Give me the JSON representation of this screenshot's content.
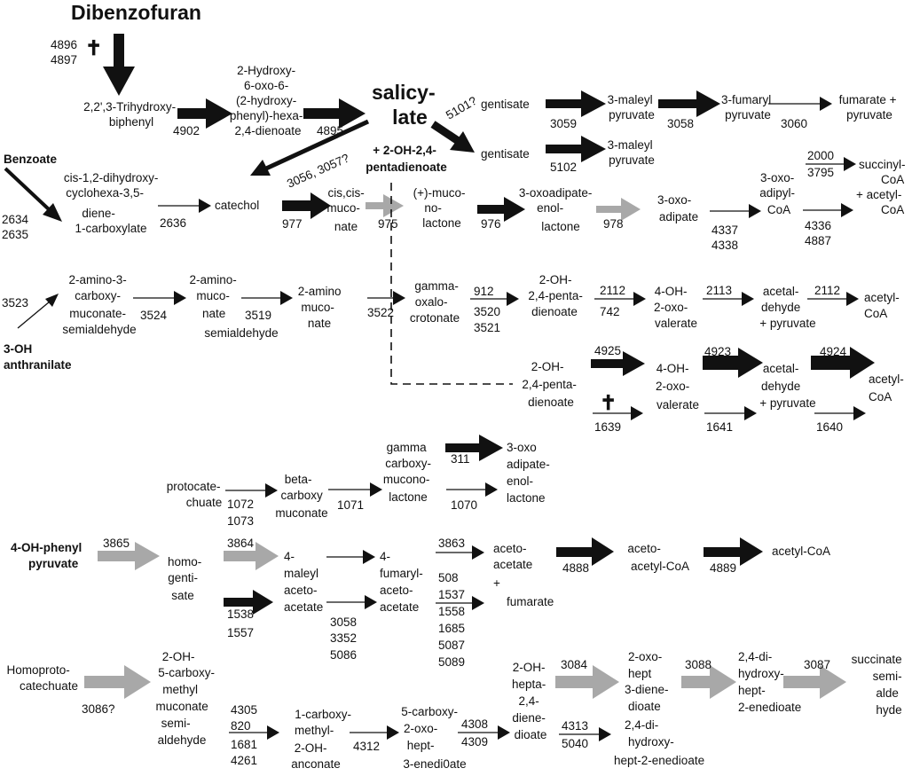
{
  "compounds": {
    "dibenzofuran": "Dibenzofuran",
    "trihydroxybiphenyl": [
      "2,2',3-Trihydroxy-",
      "biphenyl"
    ],
    "hopda": [
      "2-Hydroxy-",
      "6-oxo-6-",
      "(2-hydroxy-",
      "phenyl)-hexa-",
      "2,4-dienoate"
    ],
    "salicylate": [
      "salicy-",
      "late"
    ],
    "gentisate1": "gentisate",
    "gentisate2": "gentisate",
    "maleylpyruvate1": [
      "3-maleyl",
      "pyruvate"
    ],
    "maleylpyruvate2": [
      "3-maleyl",
      "pyruvate"
    ],
    "fumarylpyruvate": [
      "3-fumaryl",
      "pyruvate"
    ],
    "fumarate_pyruvate": [
      "fumarate +",
      "pyruvate"
    ],
    "ohpentadienoate_top": [
      "+ 2-OH-2,4-",
      "pentadienoate"
    ],
    "benzoate": "Benzoate",
    "dihydroxycyclohexa": [
      "cis-1,2-dihydroxy-",
      "cyclohexa-3,5-",
      "diene-",
      "1-carboxylate"
    ],
    "catechol": "catechol",
    "muconate": [
      "cis,cis-",
      "muco-",
      "nate"
    ],
    "muconolactone": [
      "(+)-muco-",
      "no-",
      "lactone"
    ],
    "oxoadipate_enol": [
      "3-oxoadipate-",
      "enol-",
      "lactone"
    ],
    "oxoadipate": [
      "3-oxo-",
      "adipate"
    ],
    "oxoadipylcoa": [
      "3-oxo-",
      "adipyl-",
      "CoA"
    ],
    "succinylcoa": [
      "succinyl-",
      "CoA"
    ],
    "acetylcoa_plus": [
      "+ acetyl-",
      "CoA"
    ],
    "amino_carboxy": [
      "2-amino-3-",
      "carboxy-",
      "muconate-",
      "semialdehyde"
    ],
    "amino_semialdehyde": [
      "2-amino-",
      "muco-",
      "nate",
      "semialdehyde"
    ],
    "aminomuconate": [
      "2-amino",
      "muco-",
      "nate"
    ],
    "oxalocrotonate": [
      "gamma-",
      "oxalo-",
      "crotonate"
    ],
    "ohpentadienoate_mid": [
      "2-OH-",
      "2,4-penta-",
      "dienoate"
    ],
    "ohoxovalerate_mid": [
      "4-OH-",
      "2-oxo-",
      "valerate"
    ],
    "acetaldehyde_mid": [
      "acetal-",
      "dehyde",
      "+ pyruvate"
    ],
    "acetylcoa_mid": [
      "acetyl-",
      "CoA"
    ],
    "ohanthranilate": [
      "3-OH",
      "anthranilate"
    ],
    "ohpentadienoate_low": [
      "2-OH-",
      "2,4-penta-",
      "dienoate"
    ],
    "ohoxovalerate_low": [
      "4-OH-",
      "2-oxo-",
      "valerate"
    ],
    "acetaldehyde_low": [
      "acetal-",
      "dehyde",
      "+ pyruvate"
    ],
    "acetylcoa_low": [
      "acetyl-",
      "CoA"
    ],
    "protocatechuate": [
      "protocate-",
      "chuate"
    ],
    "betacarboxy": [
      "beta-",
      "carboxy",
      "muconate"
    ],
    "gammacarboxy": [
      "gamma",
      "carboxy-",
      "mucono-",
      "lactone"
    ],
    "oxoadipate_enol2": [
      "3-oxo",
      "adipate-",
      "enol-",
      "lactone"
    ],
    "ohphenylpyruvate": [
      "4-OH-phenyl",
      "pyruvate"
    ],
    "homogentisate": [
      "homo-",
      "genti-",
      "sate"
    ],
    "maleylacetoacetate": [
      "4-",
      "maleyl",
      "aceto-",
      "acetate"
    ],
    "fumarylacetoacetate": [
      "4-",
      "fumaryl-",
      "aceto-",
      "acetate"
    ],
    "acetoacetate": [
      "aceto-",
      "acetate",
      "+",
      "fumarate"
    ],
    "acetoacetylcoa": [
      "aceto-",
      "acetyl-CoA"
    ],
    "acetylcoa_hg": "acetyl-CoA",
    "homoprotocatechuate": [
      "Homoproto-",
      "catechuate"
    ],
    "carboxymethylmuconate": [
      "2-OH-",
      "5-carboxy-",
      "methyl",
      "muconate",
      "semi-",
      "aldehyde"
    ],
    "carboxymethyl_oh": [
      "1-carboxy-",
      "methyl-",
      "2-OH-",
      "anconate"
    ],
    "carboxyoxohept": [
      "5-carboxy-",
      "2-oxo-",
      "hept-",
      "3-enedi0ate"
    ],
    "ohheptadienedioate": [
      "2-OH-",
      "hepta-",
      "2,4-",
      "diene-",
      "dioate"
    ],
    "oxohept": [
      "2-oxo-",
      "hept",
      "3-diene-",
      "dioate"
    ],
    "dihydroxyhept_low": [
      "2,4-di-",
      "hydroxy-",
      "hept-2-enedioate"
    ],
    "dihydroxyhept": [
      "2,4-di-",
      "hydroxy-",
      "hept-",
      "2-enedioate"
    ],
    "succinatesemialdehyde": [
      "succinate",
      "semi-",
      "alde",
      "hyde"
    ]
  },
  "enzyme_ids": {
    "e4896": [
      "4896",
      "4897"
    ],
    "e4902": "4902",
    "e4895": "4895",
    "e5101": "5101?",
    "e3059": "3059",
    "e3058": "3058",
    "e3060": "3060",
    "e5102": "5102",
    "e3056": "3056, 3057?",
    "e2634": [
      "2634",
      "2635"
    ],
    "e2636": "2636",
    "e977": "977",
    "e975": "975",
    "e976": "976",
    "e978": "978",
    "e4337": [
      "4337",
      "4338"
    ],
    "e2000": [
      "2000",
      "3795"
    ],
    "e4336": [
      "4336",
      "4887"
    ],
    "e3523": "3523",
    "e3524": "3524",
    "e3519": "3519",
    "e3522": "3522",
    "e912": [
      "912",
      "3520",
      "3521"
    ],
    "e2112a": "2112",
    "e742": "742",
    "e2113": "2113",
    "e2112b": "2112",
    "e4925": "4925",
    "e4923": "4923",
    "e4924": "4924",
    "e1639": "1639",
    "e1641": "1641",
    "e1640": "1640",
    "e1072": [
      "1072",
      "1073"
    ],
    "e1071": "1071",
    "e311": "311",
    "e1070": "1070",
    "e3865": "3865",
    "e3864": "3864",
    "e1538": [
      "1538",
      "1557"
    ],
    "e3863": "3863",
    "e3058b": [
      "3058",
      "3352",
      "5086"
    ],
    "e508": [
      "508",
      "1537",
      "1558",
      "1685",
      "5087",
      "5089"
    ],
    "e4888": "4888",
    "e4889": "4889",
    "e3086": "3086?",
    "e4305": [
      "4305",
      "820",
      "1681",
      "4261"
    ],
    "e4312": "4312",
    "e4308": [
      "4308",
      "4309"
    ],
    "e3084": "3084",
    "e4313": [
      "4313",
      "5040"
    ],
    "e3088": "3088",
    "e3087": "3087"
  },
  "marks": {
    "cross": "✝"
  },
  "colors": {
    "ink": "#111111",
    "gray_arrow": "#a8a8a8"
  }
}
